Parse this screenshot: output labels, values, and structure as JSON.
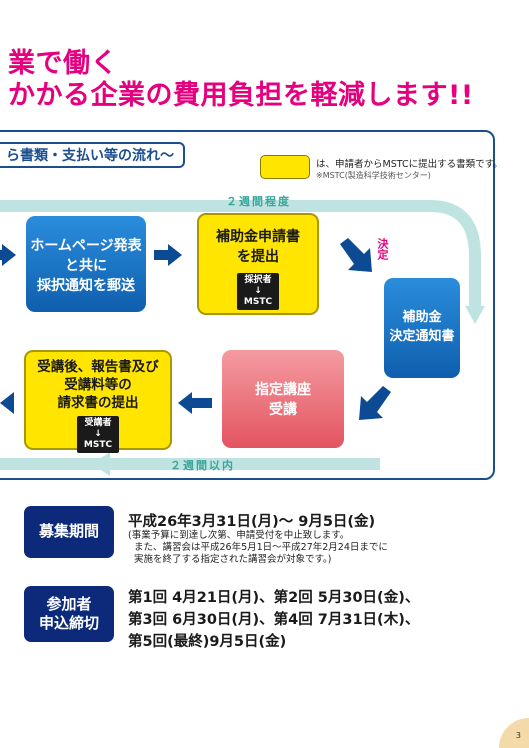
{
  "header": {
    "title_line1": "業で働く",
    "title_line2": "かかる企業の費用負担を軽減します!!"
  },
  "flow": {
    "tab_label": "ら書類・支払い等の流れ～",
    "legend_text": "は、申請者からMSTCに提出する書類です。",
    "legend_note": "※MSTC(製造科学技術センター)",
    "duration_top": "２週間程度",
    "duration_bottom": "２週間以内",
    "decision_label": "決定",
    "steps": {
      "announce": "ホームページ発表\nと共に\n採択通知を郵送",
      "application": "補助金申請書\nを提出",
      "application_flow": "採択者\n↓\nMSTC",
      "notice": "補助金\n決定通知書",
      "attend": "指定講座\n受講",
      "report": "受講後、報告書及び\n受講料等の\n請求書の提出",
      "report_flow": "受講者\n↓\nMSTC"
    }
  },
  "recruit": {
    "badge": "募集期間",
    "period": "平成26年3月31日(月)～ 9月5日(金)",
    "notes": [
      "(事業予算に到達し次第、申請受付を中止致します。",
      "また、講習会は平成26年5月1日～平成27年2月24日までに",
      "実施を終了する指定された講習会が対象です。)"
    ]
  },
  "deadline": {
    "badge": "参加者\n申込締切",
    "lines": [
      "第1回 4月21日(月)、第2回 5月30日(金)、",
      "第3回 6月30日(月)、第4回 7月31日(木)、",
      "第5回(最終)9月5日(金)"
    ]
  },
  "page_number": "3",
  "colors": {
    "title": "#e4007f",
    "navy": "#0d2a7a",
    "blue_box": "#1a73c8",
    "yellow_box": "#ffe500",
    "pink_box": "#e8626c",
    "track": "#bfe3e1"
  }
}
